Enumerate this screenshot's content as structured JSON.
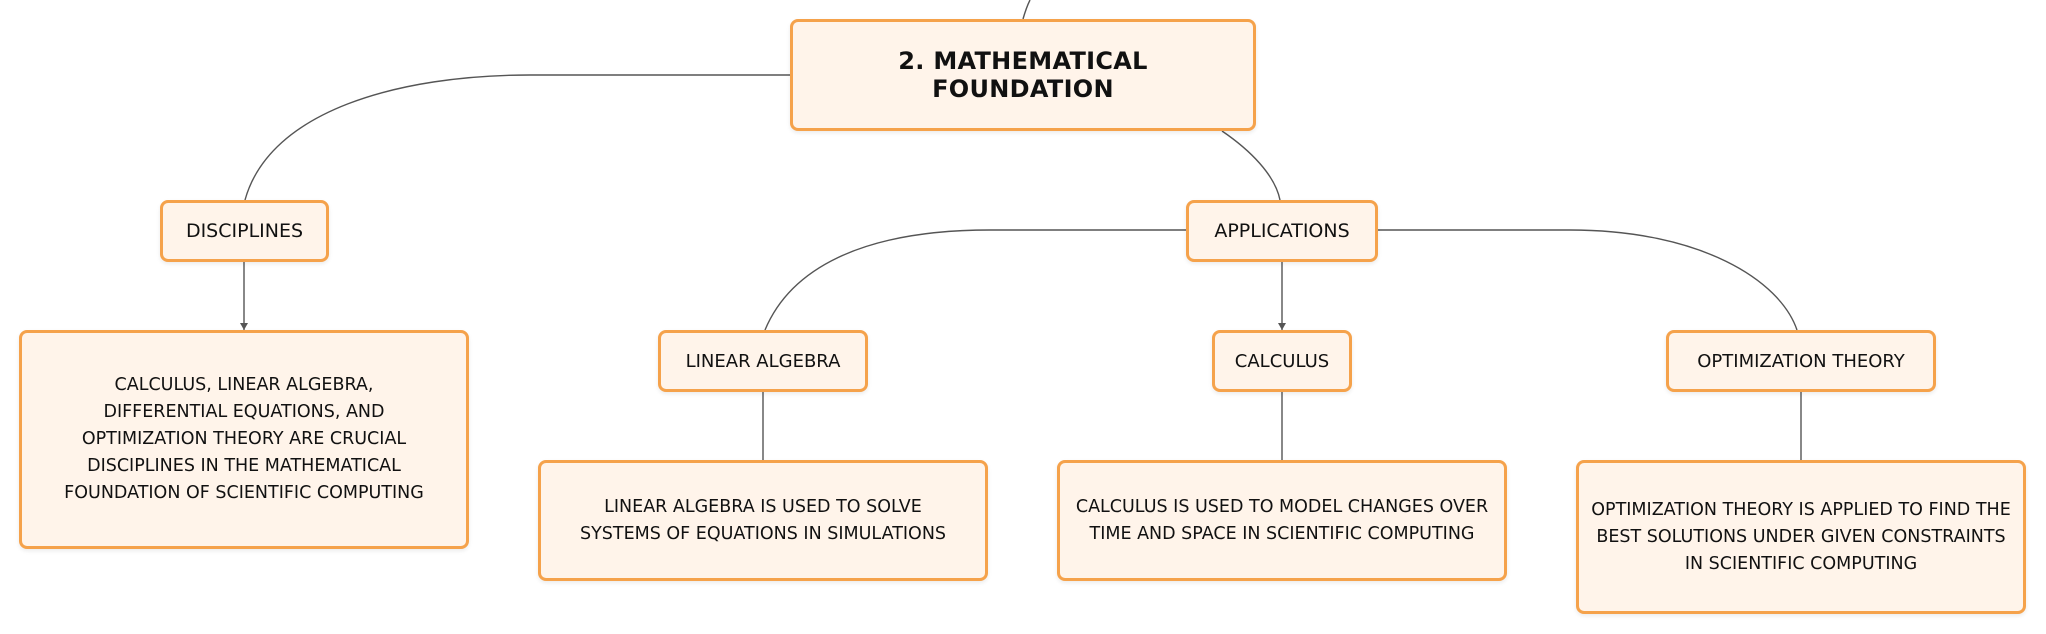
{
  "diagram": {
    "root": {
      "label": "2. MATHEMATICAL FOUNDATION"
    },
    "disciplines": {
      "label": "DISCIPLINES",
      "description": "CALCULUS, LINEAR ALGEBRA, DIFFERENTIAL EQUATIONS, AND OPTIMIZATION THEORY ARE CRUCIAL DISCIPLINES IN THE MATHEMATICAL FOUNDATION OF SCIENTIFIC COMPUTING"
    },
    "applications": {
      "label": "APPLICATIONS",
      "children": [
        {
          "label": "LINEAR ALGEBRA",
          "description": "LINEAR ALGEBRA IS USED TO SOLVE SYSTEMS OF EQUATIONS IN SIMULATIONS"
        },
        {
          "label": "CALCULUS",
          "description": "CALCULUS IS USED TO MODEL CHANGES OVER TIME AND SPACE IN SCIENTIFIC COMPUTING"
        },
        {
          "label": "OPTIMIZATION THEORY",
          "description": "OPTIMIZATION THEORY IS APPLIED TO FIND THE BEST SOLUTIONS UNDER GIVEN CONSTRAINTS IN SCIENTIFIC COMPUTING"
        }
      ]
    },
    "colors": {
      "node_border": "#f5a24b",
      "node_fill": "#fff4ea",
      "connector": "#555555"
    }
  }
}
